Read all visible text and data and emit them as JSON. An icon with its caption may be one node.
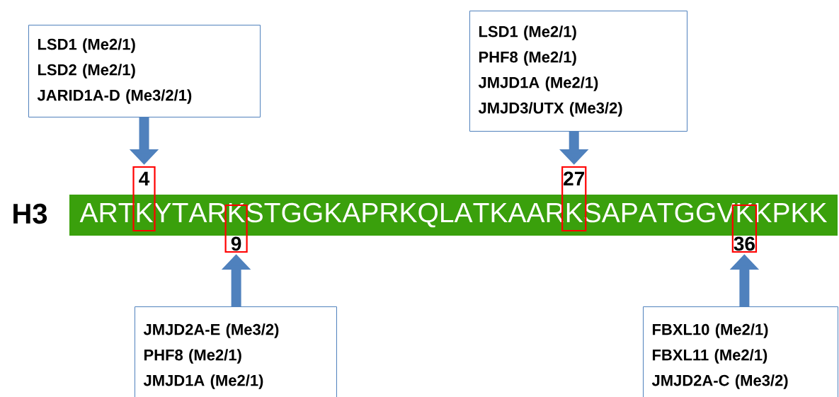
{
  "diagram": {
    "nodes": [
      {
        "text": [
          "LSD1 (Me2/1)",
          "LSD2 (Me2/1)",
          "JARID1A-D (Me3/2/1)"
        ]
      },
      {
        "text": [
          "LSD1 (Me2/1)",
          "PHF8 (Me2/1)",
          "JMJD1A (Me2/1)",
          "JMJD3/UTX (Me3/2)"
        ]
      },
      {
        "text": [
          "ARTKYTARKSTGGKAPRKQLATKAARKSAPATGGVKKPKK"
        ]
      },
      {
        "text": [
          "4"
        ]
      },
      {
        "text": [
          "9"
        ]
      },
      {
        "text": [
          "27"
        ]
      },
      {
        "text": [
          "36"
        ]
      },
      {
        "text": [
          "JMJD2A-E (Me3/2)",
          "PHF8 (Me2/1)",
          "JMJD1A (Me2/1)"
        ]
      },
      {
        "text": [
          "FBXL10 (Me2/1)",
          "FBXL11 (Me2/1)",
          "JMJD2A-C (Me3/2)"
        ]
      }
    ],
    "edges": [
      {
        "from": 0,
        "to": 3,
        "arrow": "to"
      },
      {
        "from": 1,
        "to": 5,
        "arrow": "to"
      },
      {
        "from": 7,
        "to": 4,
        "arrow": "to"
      },
      {
        "from": 8,
        "to": 6,
        "arrow": "to"
      }
    ],
    "labels": [
      "H3"
    ]
  }
}
